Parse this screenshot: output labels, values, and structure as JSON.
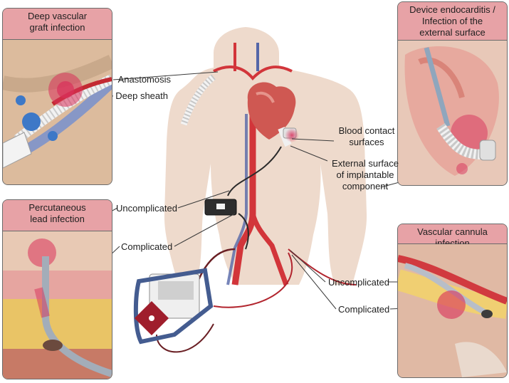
{
  "panels": {
    "deep_vascular": {
      "title_line1": "Deep vascular",
      "title_line2": "graft infection"
    },
    "device_endocarditis": {
      "title_line1": "Device endocarditis /",
      "title_line2": "Infection of the",
      "title_line3": "external surface"
    },
    "percutaneous": {
      "title_line1": "Percutaneous",
      "title_line2": "lead infection"
    },
    "vascular_cannula": {
      "title_line1": "Vascular cannula infection"
    }
  },
  "labels": {
    "anastomosis": "Anastomosis",
    "deep_sheath": "Deep sheath",
    "blood_contact_line1": "Blood contact",
    "blood_contact_line2": "surfaces",
    "external_surface_line1": "External surface",
    "external_surface_line2": "of implantable",
    "external_surface_line3": "component",
    "uncomplicated_lead": "Uncomplicated",
    "complicated_lead": "Complicated",
    "uncomplicated_cannula": "Uncomplicated",
    "complicated_cannula": "Complicated"
  },
  "colors": {
    "panel_title_bg": "#e7a2a6",
    "skin": "#ecd6c6",
    "artery": "#d2353a",
    "vein": "#5566a8",
    "infection": "#d8305a",
    "device_frame": "#445c90"
  }
}
